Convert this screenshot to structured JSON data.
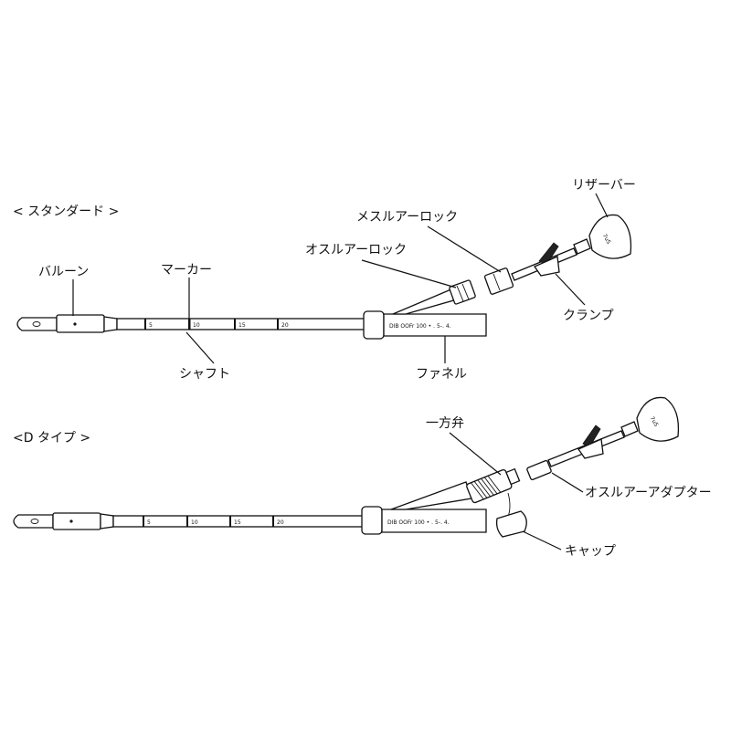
{
  "standard": {
    "heading": "< スタンダード >",
    "labels": {
      "reservoir": "リザーバー",
      "male_luer_lock": "メスルアーロック",
      "female_luer_lock": "オスルアーロック",
      "balloon": "バルーン",
      "marker": "マーカー",
      "clamp": "クランプ",
      "shaft": "シャフト",
      "funnel": "ファネル"
    },
    "funnel_text": "DIB OOFr 100 • ․ 5-․ 4."
  },
  "dtype": {
    "heading": "<D タイプ >",
    "labels": {
      "one_way_valve": "一方弁",
      "female_luer_adapter": "オスルアーアダプター",
      "cap": "キャップ"
    },
    "funnel_text": "DIB OOFr 100 • ․ 5-․ 4."
  },
  "reservoir_text": "7uS",
  "scale_marks": [
    "5",
    "10",
    "15",
    "20"
  ]
}
